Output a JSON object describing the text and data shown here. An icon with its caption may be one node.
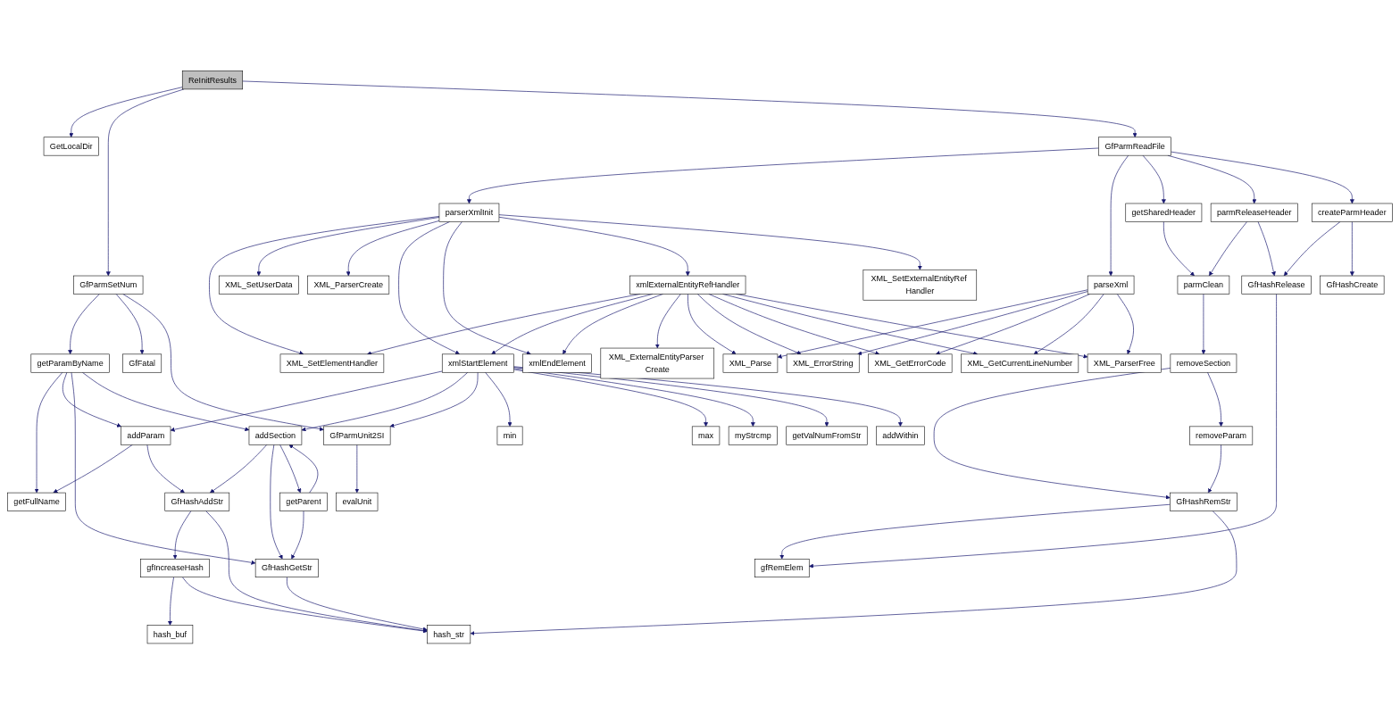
{
  "diagram": {
    "nodes": [
      {
        "text": [
          "ReInitResults"
        ]
      },
      {
        "text": [
          "GetLocalDir"
        ]
      },
      {
        "text": [
          "GfParmSetNum"
        ]
      },
      {
        "text": [
          "GfParmReadFile"
        ]
      },
      {
        "text": [
          "parserXmlInit"
        ]
      },
      {
        "text": [
          "getParamByName"
        ]
      },
      {
        "text": [
          "GfFatal"
        ]
      },
      {
        "text": [
          "XML_SetUserData"
        ]
      },
      {
        "text": [
          "XML_ParserCreate"
        ]
      },
      {
        "text": [
          "xmlExternalEntityRefHandler"
        ]
      },
      {
        "text": [
          "XML_SetExternalEntityRef Handler"
        ]
      },
      {
        "text": [
          "parseXml"
        ]
      },
      {
        "text": [
          "getSharedHeader"
        ]
      },
      {
        "text": [
          "parmReleaseHeader"
        ]
      },
      {
        "text": [
          "createParmHeader"
        ]
      },
      {
        "text": [
          "XML_SetElementHandler"
        ]
      },
      {
        "text": [
          "xmlStartElement"
        ]
      },
      {
        "text": [
          "xmlEndElement"
        ]
      },
      {
        "text": [
          "XML_ExternalEntityParser Create"
        ]
      },
      {
        "text": [
          "XML_Parse"
        ]
      },
      {
        "text": [
          "XML_ErrorString"
        ]
      },
      {
        "text": [
          "XML_GetErrorCode"
        ]
      },
      {
        "text": [
          "XML_GetCurrentLineNumber"
        ]
      },
      {
        "text": [
          "XML_ParserFree"
        ]
      },
      {
        "text": [
          "parmClean"
        ]
      },
      {
        "text": [
          "GfHashRelease"
        ]
      },
      {
        "text": [
          "GfHashCreate"
        ]
      },
      {
        "text": [
          "getFullName"
        ]
      },
      {
        "text": [
          "addParam"
        ]
      },
      {
        "text": [
          "addSection"
        ]
      },
      {
        "text": [
          "GfParmUnit2SI"
        ]
      },
      {
        "text": [
          "min"
        ]
      },
      {
        "text": [
          "max"
        ]
      },
      {
        "text": [
          "myStrcmp"
        ]
      },
      {
        "text": [
          "getValNumFromStr"
        ]
      },
      {
        "text": [
          "addWithin"
        ]
      },
      {
        "text": [
          "removeSection"
        ]
      },
      {
        "text": [
          "GfHashAddStr"
        ]
      },
      {
        "text": [
          "getParent"
        ]
      },
      {
        "text": [
          "evalUnit"
        ]
      },
      {
        "text": [
          "removeParam"
        ]
      },
      {
        "text": [
          "GfHashRemStr"
        ]
      },
      {
        "text": [
          "gfIncreaseHash"
        ]
      },
      {
        "text": [
          "GfHashGetStr"
        ]
      },
      {
        "text": [
          "gfRemElem"
        ]
      },
      {
        "text": [
          "hash_buf"
        ]
      },
      {
        "text": [
          "hash_str"
        ]
      }
    ],
    "edges": [
      {
        "from": 0,
        "to": 1,
        "arrow": "to"
      },
      {
        "from": 0,
        "to": 2,
        "arrow": "to"
      },
      {
        "from": 0,
        "to": 3,
        "arrow": "to"
      },
      {
        "from": 2,
        "to": 5,
        "arrow": "to"
      },
      {
        "from": 2,
        "to": 6,
        "arrow": "to"
      },
      {
        "from": 2,
        "to": 30,
        "arrow": "to"
      },
      {
        "from": 3,
        "to": 4,
        "arrow": "to"
      },
      {
        "from": 3,
        "to": 11,
        "arrow": "to"
      },
      {
        "from": 3,
        "to": 12,
        "arrow": "to"
      },
      {
        "from": 3,
        "to": 13,
        "arrow": "to"
      },
      {
        "from": 3,
        "to": 14,
        "arrow": "to"
      },
      {
        "from": 4,
        "to": 15,
        "arrow": "to"
      },
      {
        "from": 4,
        "to": 7,
        "arrow": "to"
      },
      {
        "from": 4,
        "to": 8,
        "arrow": "to"
      },
      {
        "from": 4,
        "to": 16,
        "arrow": "to"
      },
      {
        "from": 4,
        "to": 17,
        "arrow": "to"
      },
      {
        "from": 4,
        "to": 9,
        "arrow": "to"
      },
      {
        "from": 4,
        "to": 10,
        "arrow": "to"
      },
      {
        "from": 5,
        "to": 27,
        "arrow": "to"
      },
      {
        "from": 5,
        "to": 28,
        "arrow": "to"
      },
      {
        "from": 5,
        "to": 43,
        "arrow": "to"
      },
      {
        "from": 5,
        "to": 29,
        "arrow": "to"
      },
      {
        "from": 9,
        "to": 15,
        "arrow": "to"
      },
      {
        "from": 9,
        "to": 16,
        "arrow": "to"
      },
      {
        "from": 9,
        "to": 17,
        "arrow": "to"
      },
      {
        "from": 9,
        "to": 18,
        "arrow": "to"
      },
      {
        "from": 9,
        "to": 19,
        "arrow": "to"
      },
      {
        "from": 9,
        "to": 20,
        "arrow": "to"
      },
      {
        "from": 9,
        "to": 21,
        "arrow": "to"
      },
      {
        "from": 9,
        "to": 22,
        "arrow": "to"
      },
      {
        "from": 9,
        "to": 23,
        "arrow": "to"
      },
      {
        "from": 11,
        "to": 19,
        "arrow": "to"
      },
      {
        "from": 11,
        "to": 20,
        "arrow": "to"
      },
      {
        "from": 11,
        "to": 21,
        "arrow": "to"
      },
      {
        "from": 11,
        "to": 22,
        "arrow": "to"
      },
      {
        "from": 11,
        "to": 23,
        "arrow": "to"
      },
      {
        "from": 12,
        "to": 24,
        "arrow": "to"
      },
      {
        "from": 13,
        "to": 24,
        "arrow": "to"
      },
      {
        "from": 13,
        "to": 25,
        "arrow": "to"
      },
      {
        "from": 14,
        "to": 25,
        "arrow": "to"
      },
      {
        "from": 14,
        "to": 26,
        "arrow": "to"
      },
      {
        "from": 16,
        "to": 28,
        "arrow": "to"
      },
      {
        "from": 16,
        "to": 29,
        "arrow": "to"
      },
      {
        "from": 16,
        "to": 30,
        "arrow": "to"
      },
      {
        "from": 16,
        "to": 31,
        "arrow": "to"
      },
      {
        "from": 16,
        "to": 32,
        "arrow": "to"
      },
      {
        "from": 16,
        "to": 33,
        "arrow": "to"
      },
      {
        "from": 16,
        "to": 34,
        "arrow": "to"
      },
      {
        "from": 16,
        "to": 35,
        "arrow": "to"
      },
      {
        "from": 24,
        "to": 36,
        "arrow": "to"
      },
      {
        "from": 25,
        "to": 44,
        "arrow": "to"
      },
      {
        "from": 28,
        "to": 27,
        "arrow": "to"
      },
      {
        "from": 28,
        "to": 37,
        "arrow": "to"
      },
      {
        "from": 29,
        "to": 37,
        "arrow": "to"
      },
      {
        "from": 29,
        "to": 43,
        "arrow": "to"
      },
      {
        "from": 29,
        "to": 38,
        "arrow": "to"
      },
      {
        "from": 38,
        "to": 29,
        "arrow": "to"
      },
      {
        "from": 38,
        "to": 43,
        "arrow": "to"
      },
      {
        "from": 30,
        "to": 39,
        "arrow": "to"
      },
      {
        "from": 36,
        "to": 41,
        "arrow": "to"
      },
      {
        "from": 36,
        "to": 40,
        "arrow": "to"
      },
      {
        "from": 40,
        "to": 41,
        "arrow": "to"
      },
      {
        "from": 41,
        "to": 44,
        "arrow": "to"
      },
      {
        "from": 41,
        "to": 46,
        "arrow": "to"
      },
      {
        "from": 37,
        "to": 42,
        "arrow": "to"
      },
      {
        "from": 37,
        "to": 46,
        "arrow": "to"
      },
      {
        "from": 42,
        "to": 45,
        "arrow": "to"
      },
      {
        "from": 42,
        "to": 46,
        "arrow": "to"
      },
      {
        "from": 43,
        "to": 46,
        "arrow": "to"
      }
    ]
  }
}
